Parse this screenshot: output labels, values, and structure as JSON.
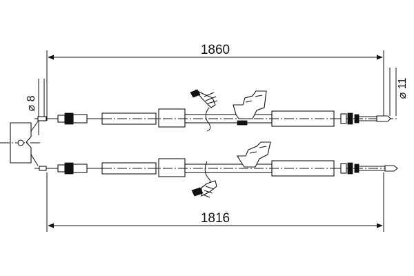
{
  "drawing": {
    "overall_length_top": "1860",
    "overall_length_bottom": "1816",
    "diameter_left": "⌀ 8",
    "diameter_right": "⌀ 11"
  }
}
